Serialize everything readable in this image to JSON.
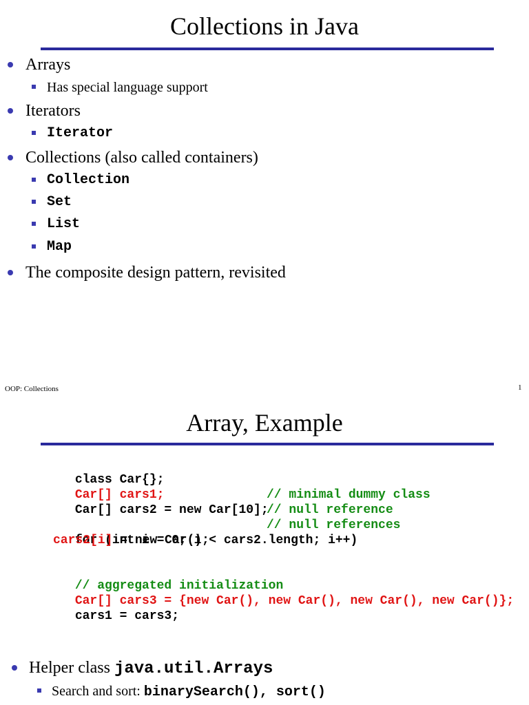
{
  "slide1": {
    "title": "Collections in Java",
    "bullets": [
      {
        "text": "Arrays",
        "sub": [
          {
            "text": "Has special language support",
            "mono": false
          }
        ]
      },
      {
        "text": "Iterators",
        "sub": [
          {
            "text": "Iterator",
            "mono": true
          }
        ]
      },
      {
        "text": "Collections (also called containers)",
        "sub": [
          {
            "text": "Collection",
            "mono": true
          },
          {
            "text": "Set",
            "mono": true
          },
          {
            "text": "List",
            "mono": true
          },
          {
            "text": "Map",
            "mono": true
          }
        ]
      },
      {
        "text": "The composite design pattern, revisited",
        "sub": []
      }
    ],
    "footer_left": "OOP: Collections",
    "page_number": "1"
  },
  "slide2": {
    "title": "Array, Example",
    "code": {
      "l1": "class Car{};",
      "l1_comment": "// minimal dummy class",
      "l2": "Car[] cars1;",
      "l2_comment": "// null reference",
      "l3": "Car[] cars2 = new Car[10];",
      "l3_comment": "// null references",
      "l4": "for (int i = 0; i < cars2.length; i++)",
      "l5_red": "cars2[i]",
      "l5_rest": " = new Car();",
      "l6": "// aggregated initialization",
      "l7": "Car[] cars3 = {new Car(), new Car(), new Car(), new Car()};",
      "l8": "cars1 = cars3;"
    },
    "bullet": {
      "prefix": "Helper class ",
      "code": "java.util.Arrays",
      "sub_prefix": "Search and sort: ",
      "sub_code": "binarySearch(), sort()"
    }
  },
  "colors": {
    "rule": "#2a2a9c",
    "bullet": "#3a3ab0",
    "code_red": "#e01414",
    "code_green": "#148c14"
  }
}
